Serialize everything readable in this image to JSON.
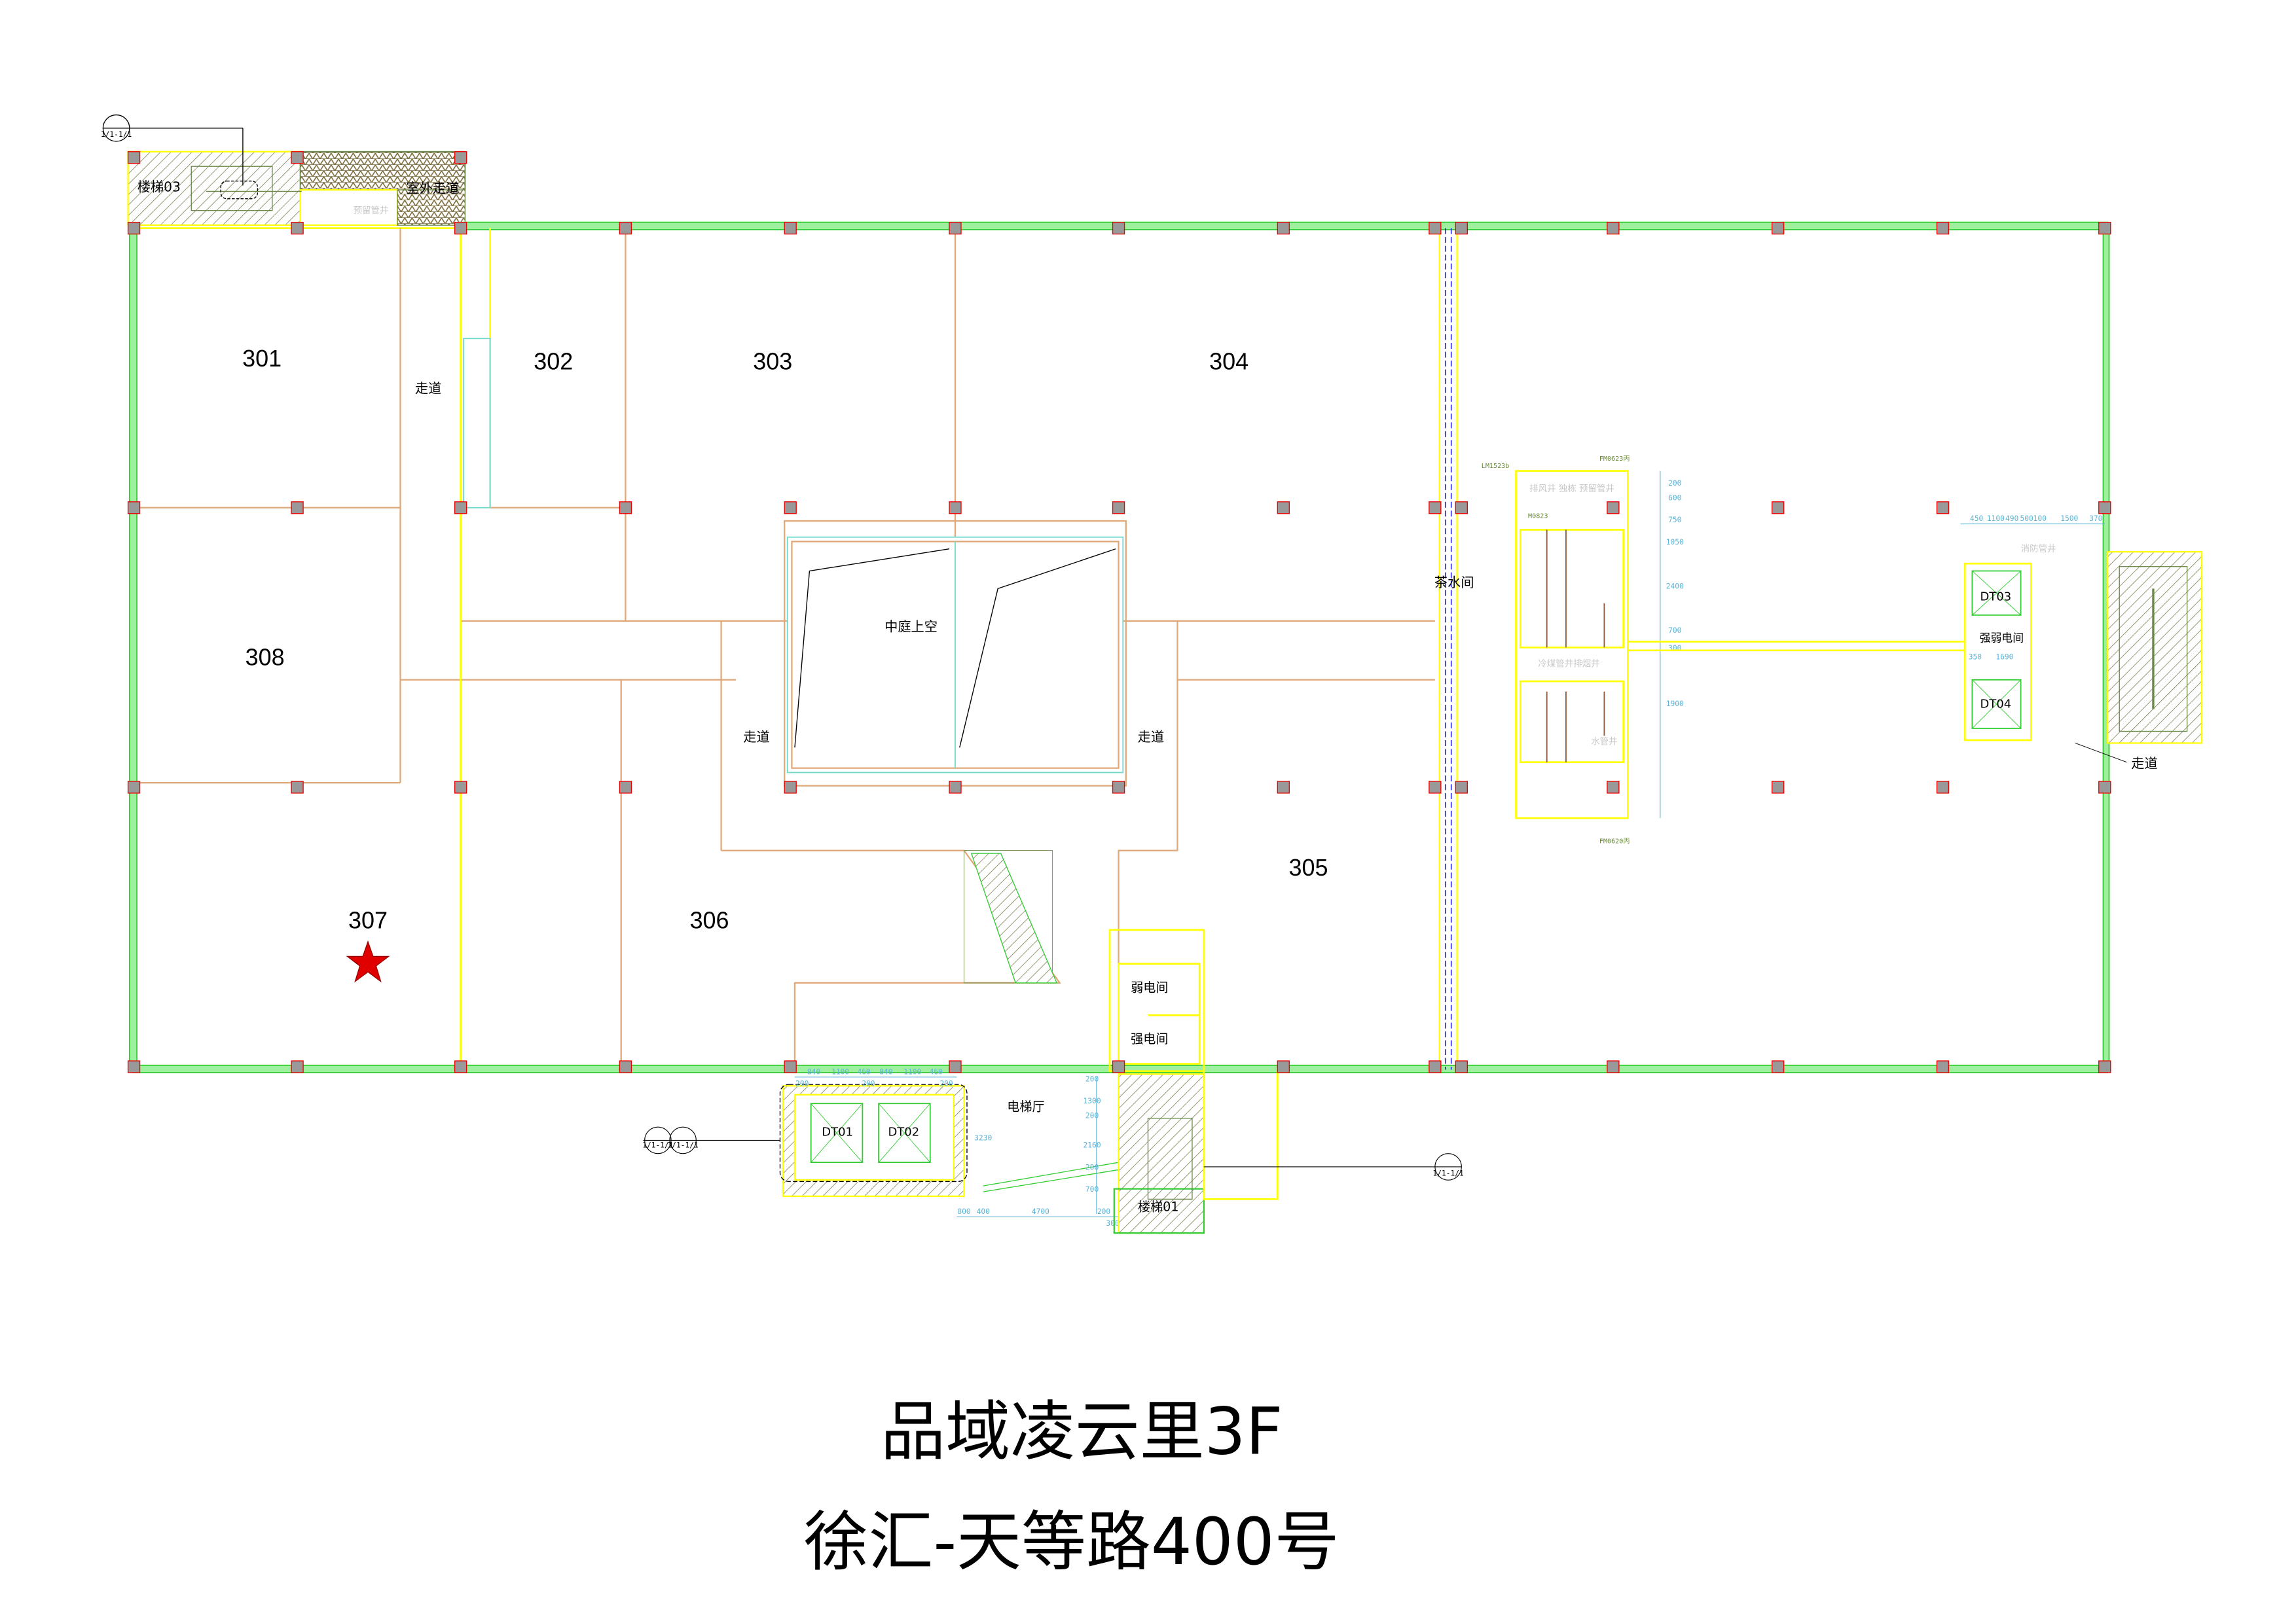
{
  "plan": {
    "title": "品域凌云里3F",
    "subtitle": "徐汇-天等路400号",
    "rooms": {
      "r301": "301",
      "r302": "302",
      "r303": "303",
      "r304": "304",
      "r305": "305",
      "r306": "306",
      "r307": "307",
      "r308": "308"
    },
    "labels": {
      "corridor": "走道",
      "atrium": "中庭上空",
      "tea_room": "茶水间",
      "weak_elec": "弱电间",
      "strong_elec": "强电间",
      "strong_weak_elec": "强弱电间",
      "stair03": "楼梯03",
      "stair01": "楼梯01",
      "outdoor_corridor": "室外走道",
      "elevator_hall": "电梯厅",
      "dt01": "DT01",
      "dt02": "DT02",
      "dt03": "DT03",
      "dt04": "DT04"
    },
    "shafts": {
      "reserved": "预留管井",
      "fire": "消防管井",
      "exhaust": "排风井 独栋 预留管井",
      "cold_smoke": "冷煤管井排烟井",
      "water": "水管井"
    },
    "door_codes": {
      "lm1523b": "LM1523b",
      "fm0623": "FM0623丙",
      "fm0620": "FM0620丙",
      "m0823": "M0823"
    },
    "grid_bubbles": {
      "top_left": "1/1-1/1",
      "bottom_a": "1/1-1/1",
      "bottom_b": "1/1-1/1",
      "right": "1/1-1/1"
    },
    "dimensions": {
      "elev_top": [
        "840",
        "1100",
        "460",
        "840",
        "1100",
        "460"
      ],
      "elev_top2": [
        "200",
        "200",
        "200"
      ],
      "elev_side": "3230",
      "elev_bottom": [
        "800",
        "400",
        "4700",
        "200",
        "300"
      ],
      "stair_side": [
        "200",
        "1300",
        "200",
        "2160",
        "200",
        "700"
      ],
      "right_top": [
        "450",
        "1100",
        "490",
        "500",
        "100",
        "1500",
        "370"
      ],
      "right_mid": [
        "350",
        "1690"
      ],
      "toilet": [
        "200",
        "600",
        "750",
        "1050",
        "2400",
        "700",
        "300",
        "1900"
      ]
    },
    "marker": {
      "type": "star",
      "color": "#e00000",
      "room": "307"
    }
  }
}
